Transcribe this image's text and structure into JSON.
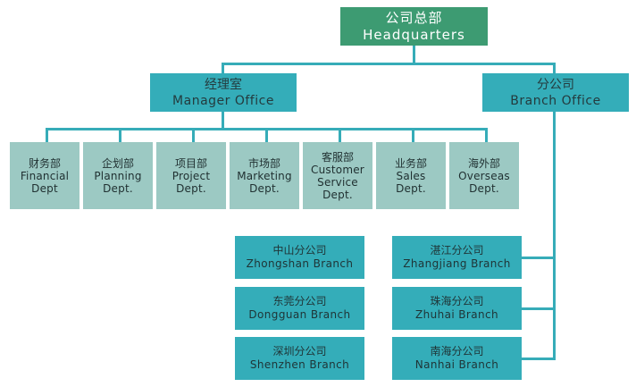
{
  "headquarters": {
    "zh": "公司总部",
    "en": "Headquarters"
  },
  "manager_office": {
    "zh": "经理室",
    "en": "Manager Office"
  },
  "branch_office": {
    "zh": "分公司",
    "en": "Branch Office"
  },
  "departments": [
    {
      "zh": "财务部",
      "en": [
        "Financial",
        "Dept"
      ]
    },
    {
      "zh": "企划部",
      "en": [
        "Planning",
        "Dept."
      ]
    },
    {
      "zh": "项目部",
      "en": [
        "Project",
        "Dept."
      ]
    },
    {
      "zh": "市场部",
      "en": [
        "Marketing",
        "Dept."
      ]
    },
    {
      "zh": "客服部",
      "en": [
        "Customer",
        "Service",
        "Dept."
      ]
    },
    {
      "zh": "业务部",
      "en": [
        "Sales",
        "Dept."
      ]
    },
    {
      "zh": "海外部",
      "en": [
        "Overseas",
        "Dept."
      ]
    }
  ],
  "branches_left": [
    {
      "zh": "中山分公司",
      "en": "Zhongshan Branch"
    },
    {
      "zh": "东莞分公司",
      "en": "Dongguan Branch"
    },
    {
      "zh": "深圳分公司",
      "en": "Shenzhen Branch"
    }
  ],
  "branches_right": [
    {
      "zh": "湛江分公司",
      "en": "Zhangjiang Branch"
    },
    {
      "zh": "珠海分公司",
      "en": "Zhuhai Branch"
    },
    {
      "zh": "南海分公司",
      "en": "Nanhai Branch"
    }
  ],
  "colors": {
    "hq": "#3d9b72",
    "office": "#34adb9",
    "dept": "#9cc9c3",
    "line": "#36acb8"
  }
}
